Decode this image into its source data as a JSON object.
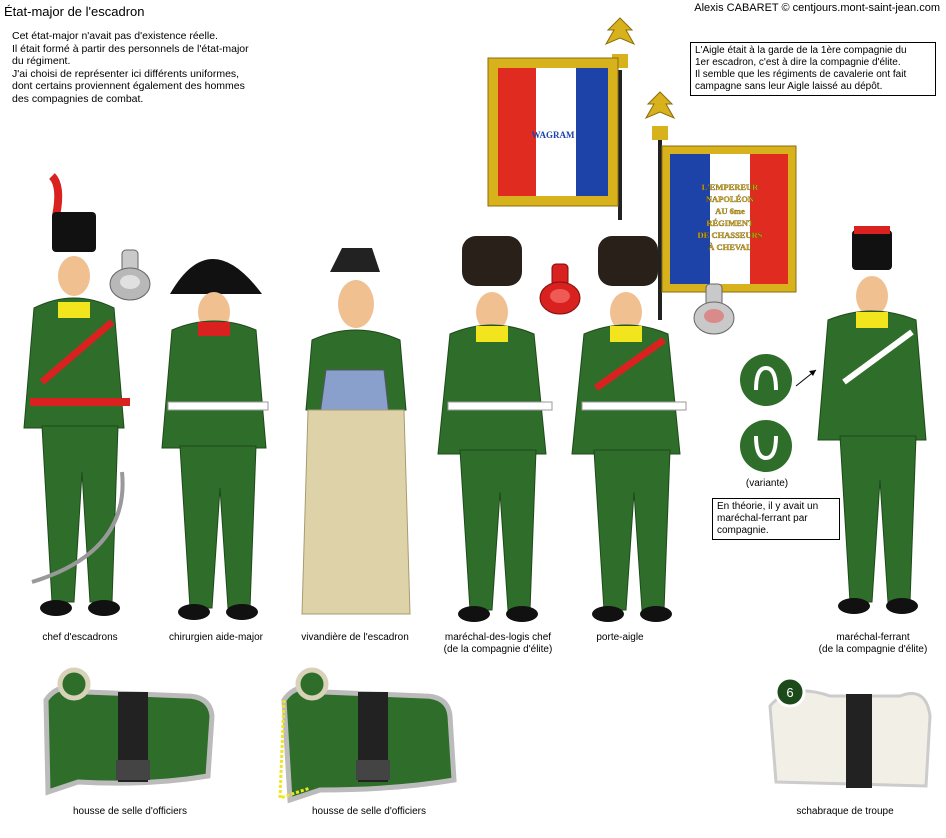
{
  "header": {
    "title": "État-major de l'escadron",
    "credit": "Alexis CABARET © centjours.mont-saint-jean.com"
  },
  "intro": [
    "Cet état-major n'avait pas d'existence réelle.",
    "Il était formé à partir des personnels de l'état-major",
    "du régiment.",
    "J'ai choisi de représenter ici différents uniformes,",
    "dont certains proviennent également des hommes",
    "des compagnies de combat."
  ],
  "notes": {
    "eagle": [
      "L'Aigle était à la garde de la 1ère compagnie du",
      "1er escadron, c'est à dire la compagnie d'élite.",
      "Il semble que les régiments de cavalerie ont fait",
      "campagne sans leur Aigle laissé au dépôt."
    ],
    "farrier": [
      "En théorie, il y avait un",
      "maréchal-ferrant par",
      "compagnie."
    ],
    "variant": "(variante)"
  },
  "flags": {
    "front_text": "WAGRAM",
    "back_text": [
      "L'EMPEREUR",
      "NAPOLÉON",
      "AU 6me",
      "RÉGIMENT",
      "DE CHASSEURS",
      "À CHEVAL"
    ]
  },
  "figures": [
    {
      "caption": [
        "chef d'escadrons"
      ]
    },
    {
      "caption": [
        "chirurgien aide-major"
      ]
    },
    {
      "caption": [
        "vivandière de l'escadron"
      ]
    },
    {
      "caption": [
        "maréchal-des-logis chef",
        "(de la compagnie d'élite)"
      ]
    },
    {
      "caption": [
        "porte-aigle"
      ]
    },
    {
      "caption": [
        "maréchal-ferrant",
        "(de la compagnie d'élite)"
      ]
    }
  ],
  "saddles": [
    {
      "caption": "housse de selle d'officiers"
    },
    {
      "caption": "housse de selle d'officiers"
    },
    {
      "caption": "schabraque de troupe",
      "badge": "6"
    }
  ],
  "colors": {
    "uniform_green": "#2f6e2a",
    "dark_green": "#1d4a1a",
    "facing_yellow": "#f2e51e",
    "red": "#d9221f",
    "flag_blue": "#1d43a8",
    "gold": "#d8b21c"
  }
}
